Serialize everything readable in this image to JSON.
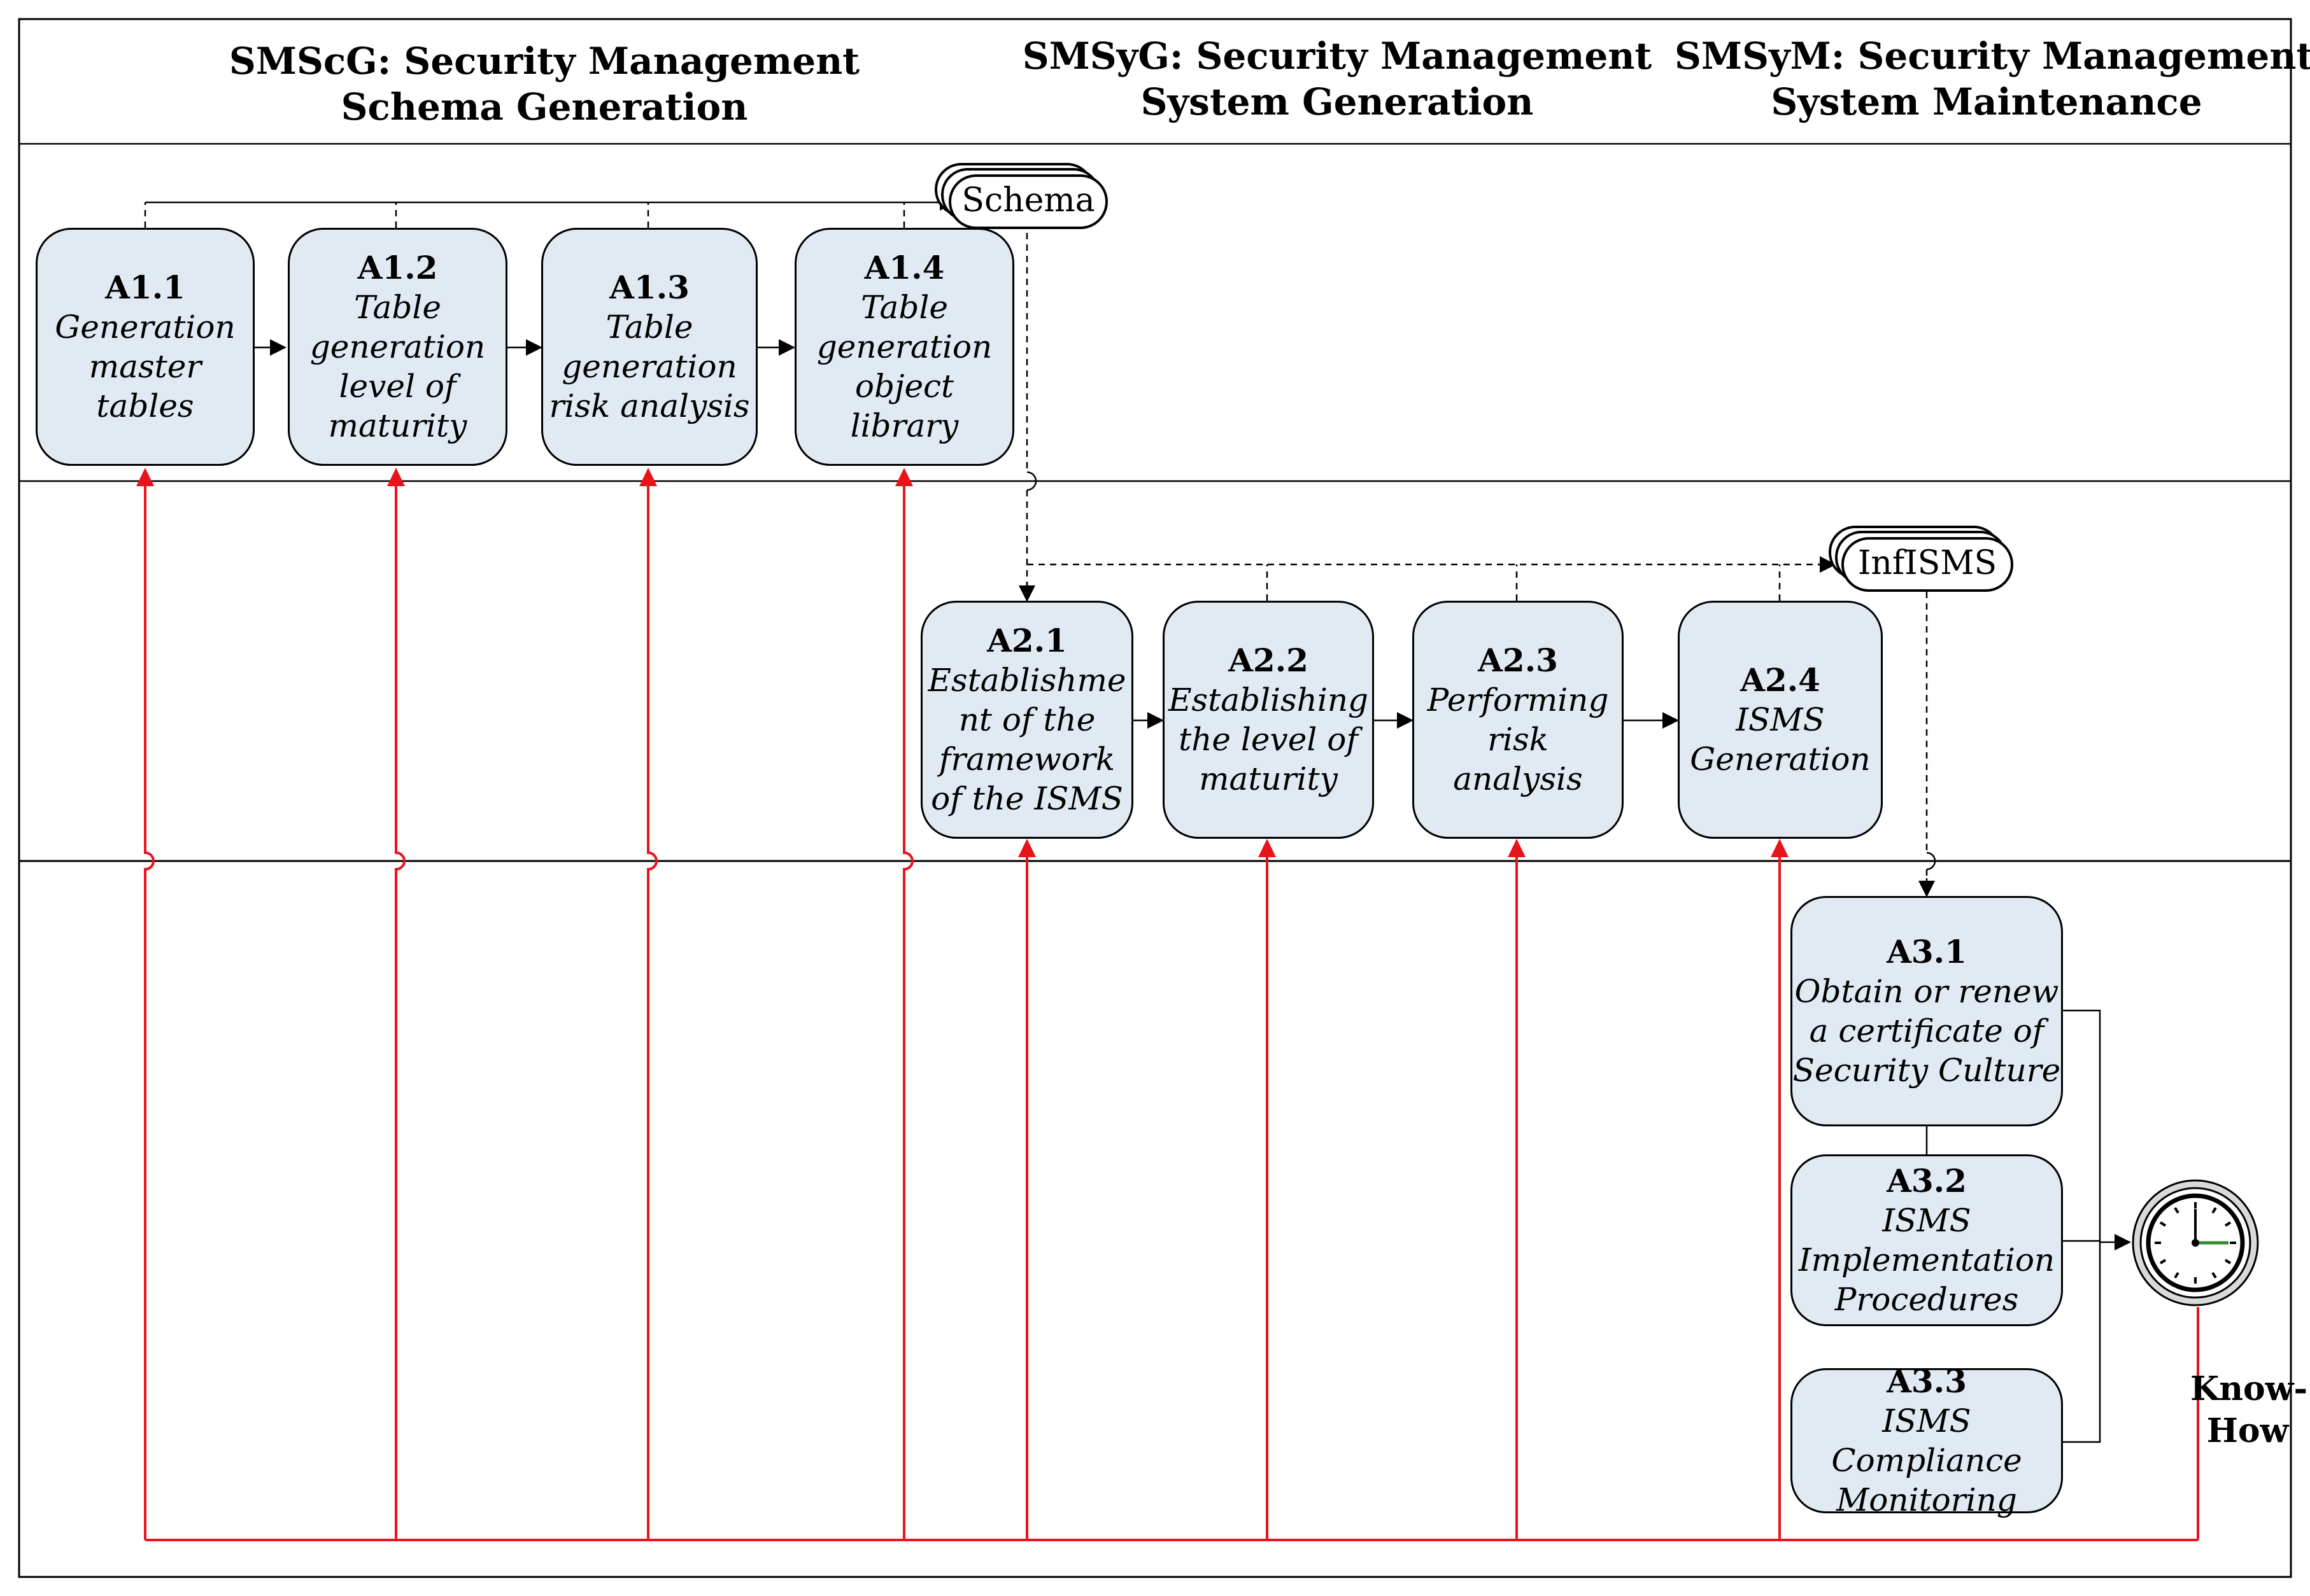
{
  "lanes": {
    "smscg": {
      "title_line1": "SMScG: Security Management",
      "title_line2": "Schema Generation"
    },
    "smsyg": {
      "title_line1": "SMSyG: Security Management",
      "title_line2": "System Generation"
    },
    "smsym": {
      "title_line1": "SMSyM: Security Management",
      "title_line2": "System Maintenance"
    }
  },
  "activities": {
    "a1_1": {
      "code": "A1.1",
      "lines": [
        "Generation",
        "master",
        "tables"
      ]
    },
    "a1_2": {
      "code": "A1.2",
      "lines": [
        "Table",
        "generation",
        "level of",
        "maturity"
      ]
    },
    "a1_3": {
      "code": "A1.3",
      "lines": [
        "Table",
        "generation",
        "risk analysis"
      ]
    },
    "a1_4": {
      "code": "A1.4",
      "lines": [
        "Table",
        "generation",
        "object",
        "library"
      ]
    },
    "a2_1": {
      "code": "A2.1",
      "lines": [
        "Establishme",
        "nt of the",
        "framework",
        "of the ISMS"
      ]
    },
    "a2_2": {
      "code": "A2.2",
      "lines": [
        "Establishing",
        "the level of",
        "maturity"
      ]
    },
    "a2_3": {
      "code": "A2.3",
      "lines": [
        "Performing",
        "risk",
        "analysis"
      ]
    },
    "a2_4": {
      "code": "A2.4",
      "lines": [
        "ISMS",
        "Generation"
      ]
    },
    "a3_1": {
      "code": "A3.1",
      "lines": [
        "Obtain or renew",
        "a certificate of",
        "Security Culture"
      ]
    },
    "a3_2": {
      "code": "A3.2",
      "lines": [
        "ISMS",
        "Implementation",
        "Procedures"
      ]
    },
    "a3_3": {
      "code": "A3.3",
      "lines": [
        "ISMS",
        "Compliance",
        "Monitoring"
      ]
    }
  },
  "artifacts": {
    "schema": "Schema",
    "infisms": "InfISMS"
  },
  "know_how": {
    "line1": "Know-",
    "line2": "How"
  },
  "colors": {
    "box_fill": "#e1e9f3",
    "feedback": "#e8141b",
    "line": "#000000",
    "clock_hand": "#2e8b2e"
  }
}
